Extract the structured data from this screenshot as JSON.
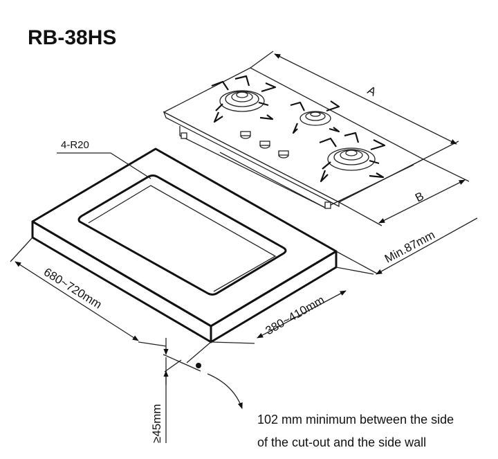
{
  "model": "RB-38HS",
  "labels": {
    "corner_radius": "4-R20",
    "dim_a": "A",
    "dim_b": "B",
    "width_range": "680~720mm",
    "depth_range": "380~410mm",
    "front_clearance": "Min.87mm",
    "thickness": "≥45mm"
  },
  "note": {
    "line1": "102 mm minimum between the side",
    "line2": "of the cut-out and the side wall"
  }
}
